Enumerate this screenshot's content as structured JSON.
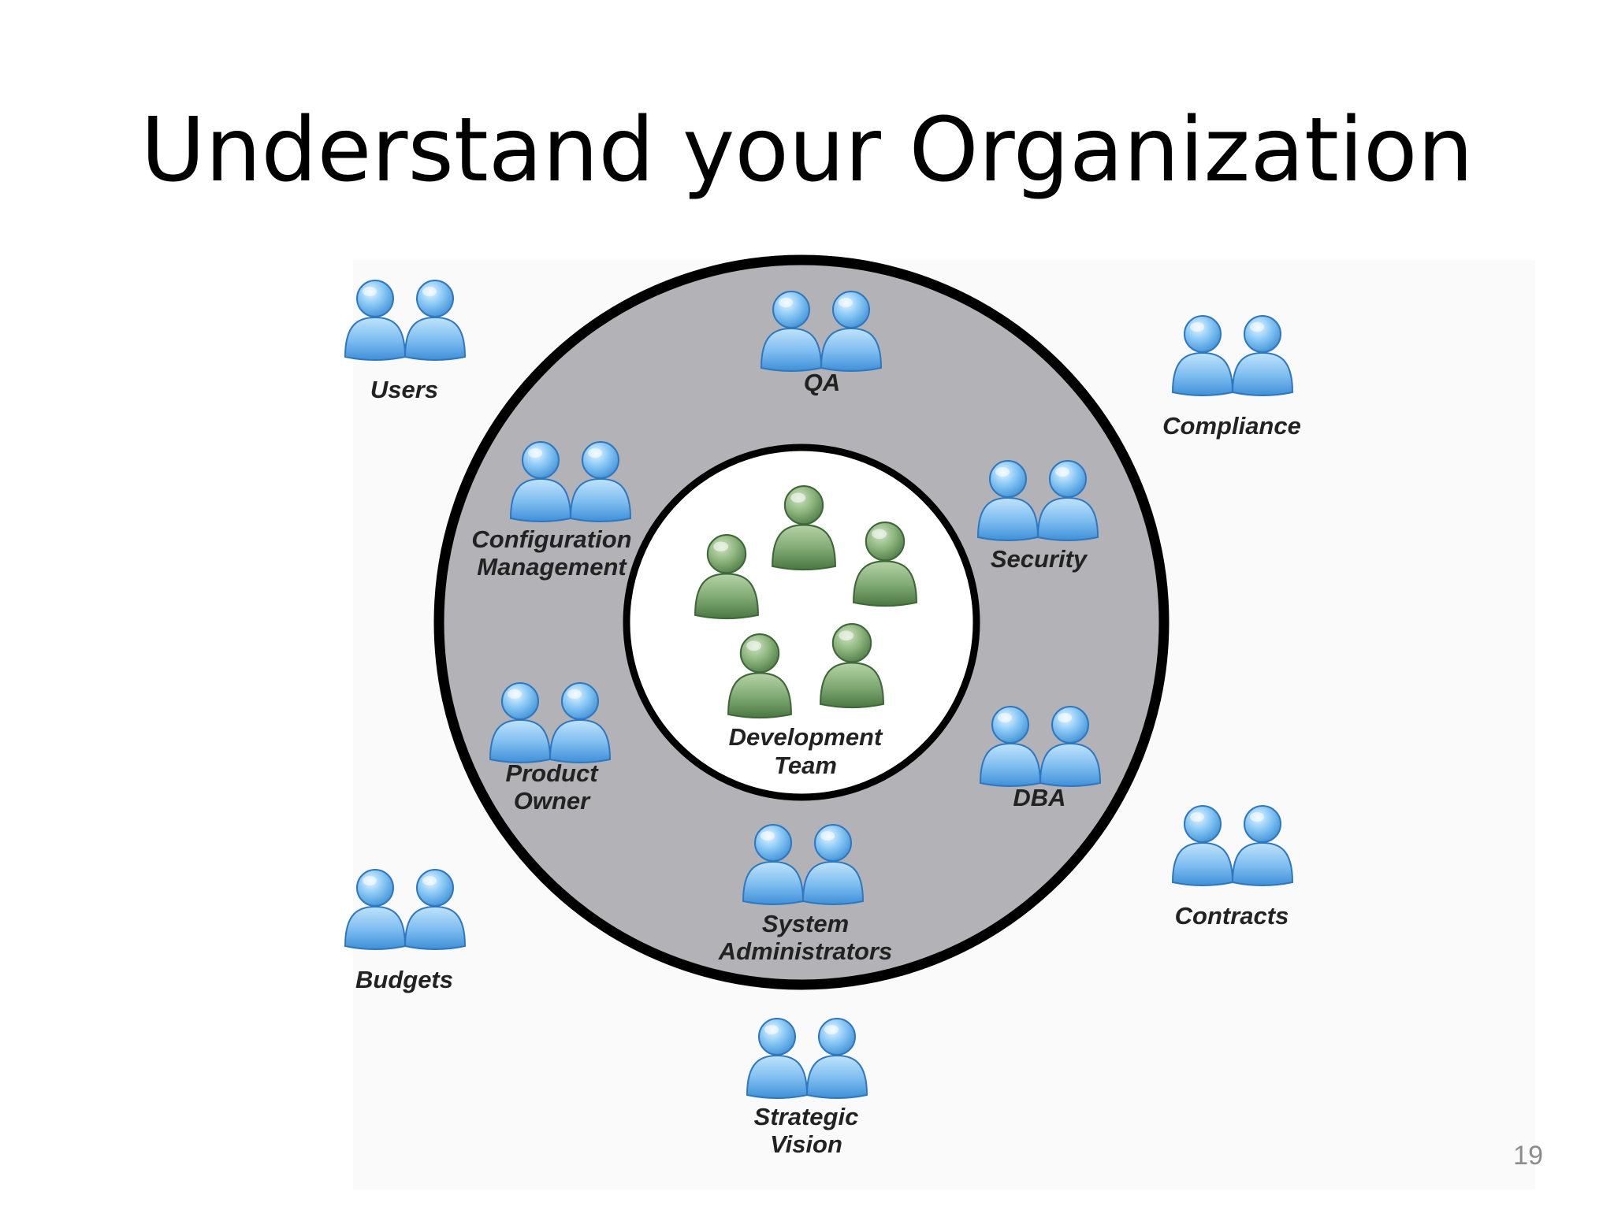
{
  "slide": {
    "title": "Understand your Organization",
    "page_number": "19"
  },
  "colors": {
    "outer_ring": "#b3b3b7",
    "ring_border": "#000000",
    "inner_circle": "#ffffff",
    "blue_person": "#6fb4ec",
    "green_person": "#6f9a63",
    "label": "#222222",
    "page_number": "#8c8c8c"
  },
  "diagram": {
    "core": {
      "label_lines": [
        "Development",
        "Team"
      ],
      "icon": "green-person-icon",
      "person_count": 5
    },
    "groups": [
      {
        "id": "users",
        "lines": [
          "Users"
        ],
        "icon": "blue-people-icon"
      },
      {
        "id": "qa",
        "lines": [
          "QA"
        ],
        "icon": "blue-people-icon"
      },
      {
        "id": "compliance",
        "lines": [
          "Compliance"
        ],
        "icon": "blue-people-icon"
      },
      {
        "id": "configuration-management",
        "lines": [
          "Configuration",
          "Management"
        ],
        "icon": "blue-people-icon"
      },
      {
        "id": "security",
        "lines": [
          "Security"
        ],
        "icon": "blue-people-icon"
      },
      {
        "id": "product-owner",
        "lines": [
          "Product",
          "Owner"
        ],
        "icon": "blue-people-icon"
      },
      {
        "id": "dba",
        "lines": [
          "DBA"
        ],
        "icon": "blue-people-icon"
      },
      {
        "id": "budgets",
        "lines": [
          "Budgets"
        ],
        "icon": "blue-people-icon"
      },
      {
        "id": "system-administrators",
        "lines": [
          "System",
          "Administrators"
        ],
        "icon": "blue-people-icon"
      },
      {
        "id": "contracts",
        "lines": [
          "Contracts"
        ],
        "icon": "blue-people-icon"
      },
      {
        "id": "strategic-vision",
        "lines": [
          "Strategic",
          "Vision"
        ],
        "icon": "blue-people-icon"
      }
    ]
  }
}
